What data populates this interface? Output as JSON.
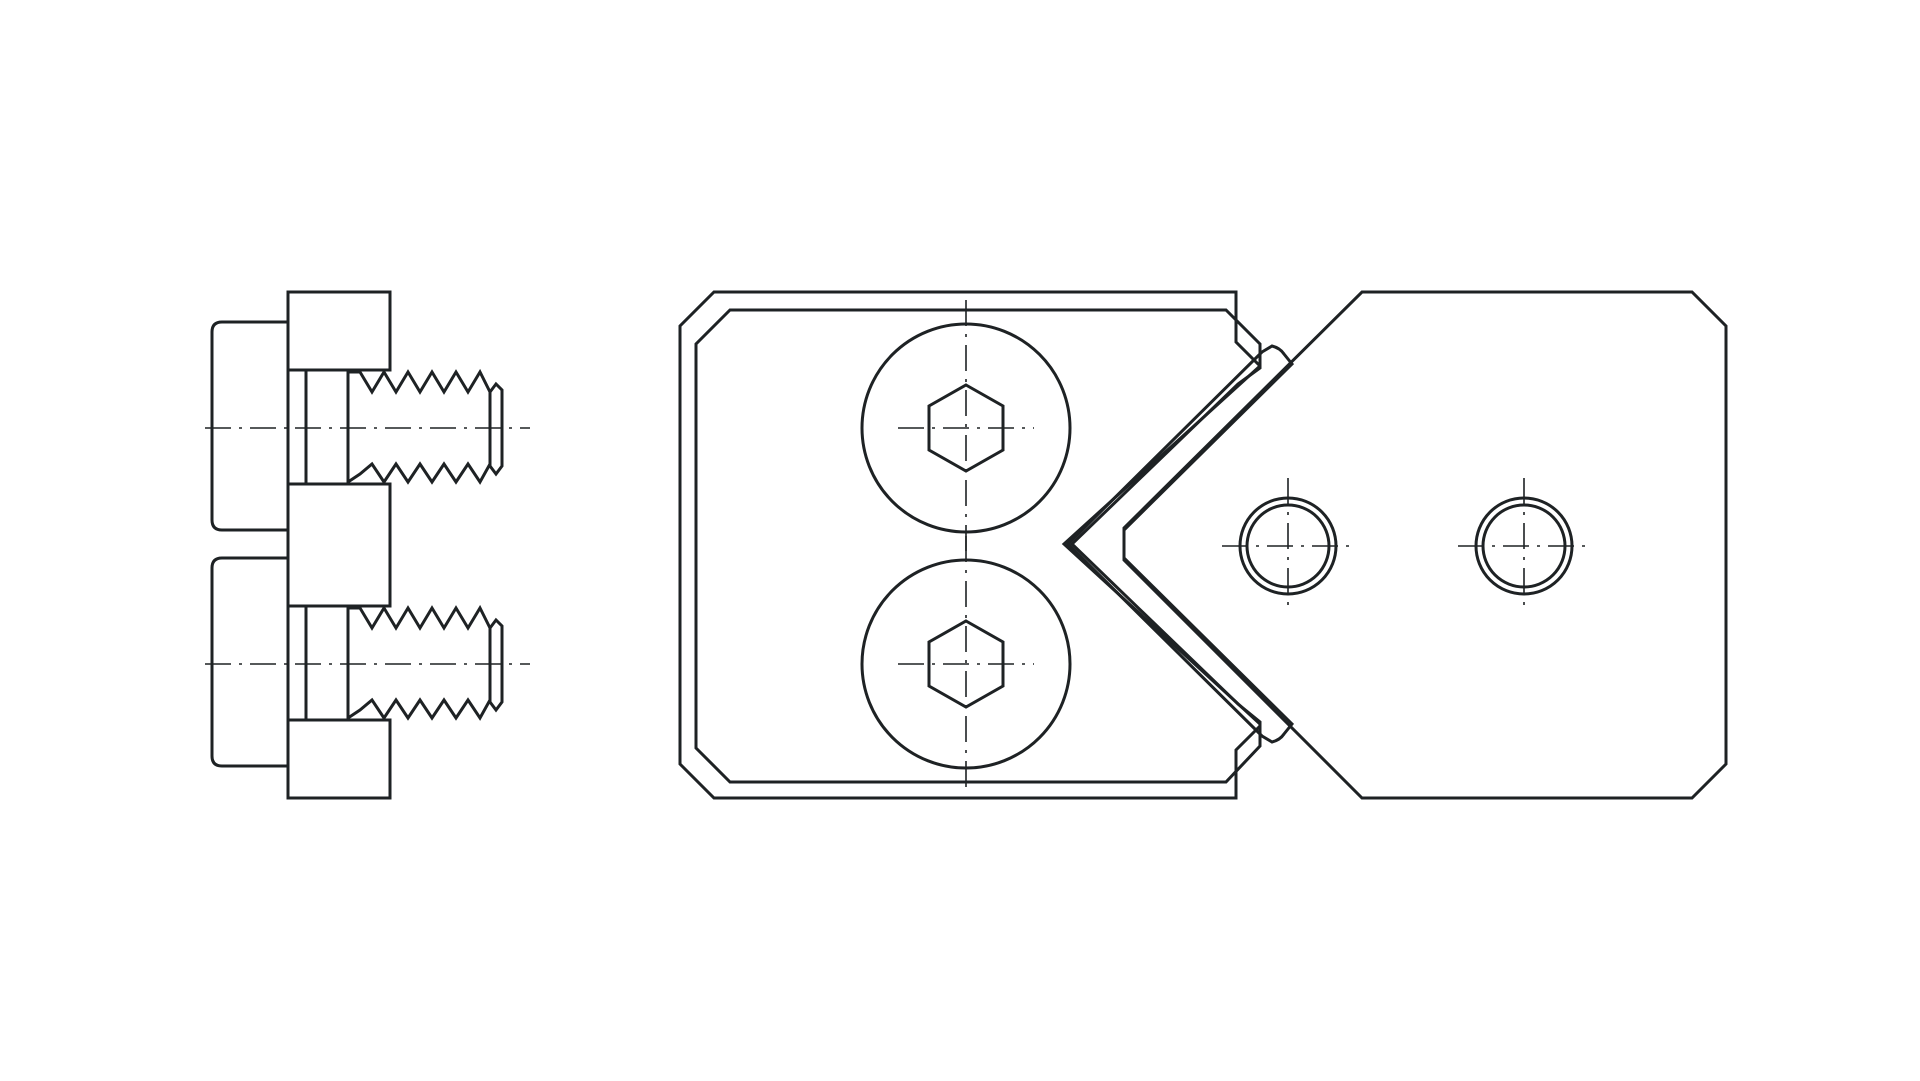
{
  "colors": {
    "background": "#ffffff",
    "body": "#477890",
    "liner": "#b3d6ef",
    "line": "#1e2224",
    "hole": "#ffffff"
  },
  "side_view": {
    "screws": 2
  },
  "front_view": {
    "clamp_bolts": 2,
    "mounting_holes": 2
  }
}
